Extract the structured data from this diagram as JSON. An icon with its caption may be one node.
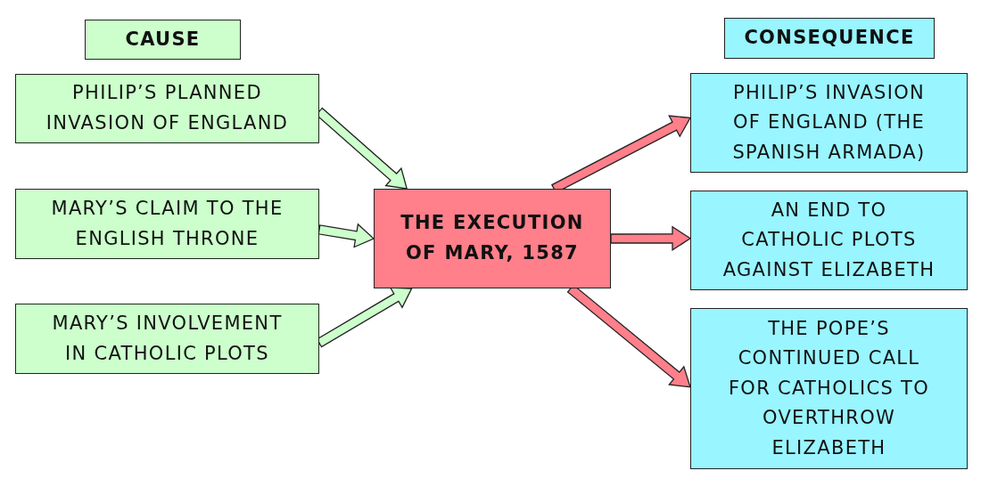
{
  "diagram": {
    "nodes": [
      {
        "text": [
          "CAUSE"
        ]
      },
      {
        "text": [
          "PHILIP’S PLANNED INVASION OF ENGLAND"
        ]
      },
      {
        "text": [
          "MARY’S CLAIM TO THE ENGLISH THRONE"
        ]
      },
      {
        "text": [
          "MARY’S INVOLVEMENT IN CATHOLIC PLOTS"
        ]
      },
      {
        "text": [
          "THE EXECUTION OF MARY, 1587"
        ]
      },
      {
        "text": [
          "CONSEQUENCE"
        ]
      },
      {
        "text": [
          "PHILIP’S INVASION OF ENGLAND (THE SPANISH ARMADA)"
        ]
      },
      {
        "text": [
          "AN END TO CATHOLIC PLOTS AGAINST ELIZABETH"
        ]
      },
      {
        "text": [
          "THE POPE’S CONTINUED CALL FOR CATHOLICS TO OVERTHROW ELIZABETH"
        ]
      }
    ],
    "edges": [
      {
        "from": 1,
        "to": 4,
        "arrow": "to",
        "style": "thick",
        "color": "#ccffcc"
      },
      {
        "from": 2,
        "to": 4,
        "arrow": "to",
        "style": "thick",
        "color": "#ccffcc"
      },
      {
        "from": 3,
        "to": 4,
        "arrow": "to",
        "style": "thick",
        "color": "#ccffcc"
      },
      {
        "from": 4,
        "to": 6,
        "arrow": "to",
        "style": "thick",
        "color": "#ff7f8a"
      },
      {
        "from": 4,
        "to": 7,
        "arrow": "to",
        "style": "thick",
        "color": "#ff7f8a"
      },
      {
        "from": 4,
        "to": 8,
        "arrow": "to",
        "style": "thick",
        "color": "#ff7f8a"
      }
    ]
  }
}
